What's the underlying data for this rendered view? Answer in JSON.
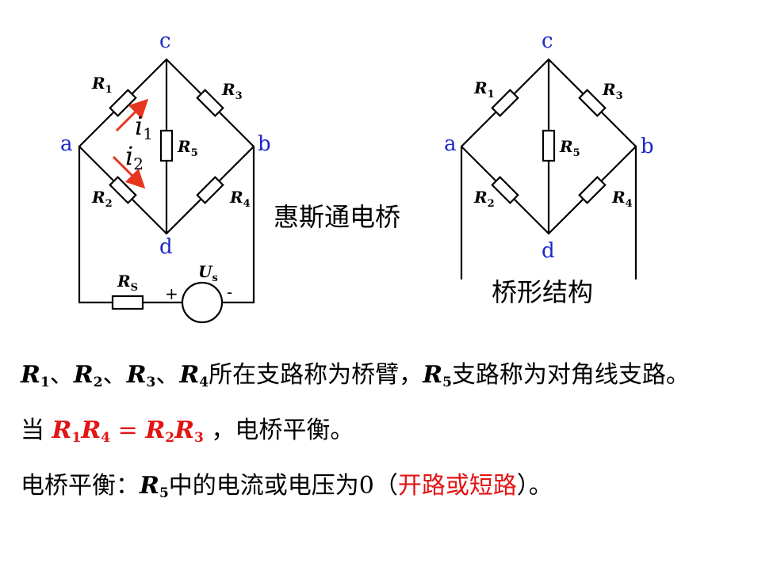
{
  "left_circuit": {
    "nodes": {
      "a": "a",
      "b": "b",
      "c": "c",
      "d": "d"
    },
    "resistors": {
      "r1": "R",
      "r1_sub": "1",
      "r2": "R",
      "r2_sub": "2",
      "r3": "R",
      "r3_sub": "3",
      "r4": "R",
      "r4_sub": "4",
      "r5": "R",
      "r5_sub": "5",
      "rs": "R",
      "rs_sub": "S"
    },
    "currents": {
      "i1": "i",
      "i1_sub": "1",
      "i2": "i",
      "i2_sub": "2"
    },
    "source": {
      "label": "U",
      "sub": "s",
      "plus": "+",
      "minus": "-"
    },
    "caption": "惠斯通电桥"
  },
  "right_circuit": {
    "nodes": {
      "a": "a",
      "b": "b",
      "c": "c",
      "d": "d"
    },
    "resistors": {
      "r1": "R",
      "r1_sub": "1",
      "r2": "R",
      "r2_sub": "2",
      "r3": "R",
      "r3_sub": "3",
      "r4": "R",
      "r4_sub": "4",
      "r5": "R",
      "r5_sub": "5"
    },
    "caption": "桥形结构"
  },
  "text": {
    "line1": {
      "r": "R",
      "s1": "1",
      "s2": "2",
      "s3": "3",
      "s4": "4",
      "s5": "5",
      "sep": "、",
      "part1": "所在支路称为桥臂，",
      "part2": "支路称为对角线支路。"
    },
    "line2": {
      "prefix": "当 ",
      "r": "R",
      "s1": "1",
      "s4": "4",
      "s2": "2",
      "s3": "3",
      "eq": " = ",
      "suffix": " ，电桥平衡。"
    },
    "line3": {
      "prefix": "电桥平衡：",
      "r": "R",
      "s5": "5",
      "mid": "中的电流或电压为0（",
      "red": "开路或短路",
      "end": "）。"
    }
  },
  "colors": {
    "node": "#1c28c8",
    "arrow": "#e6341e",
    "highlight": "#e21414"
  }
}
